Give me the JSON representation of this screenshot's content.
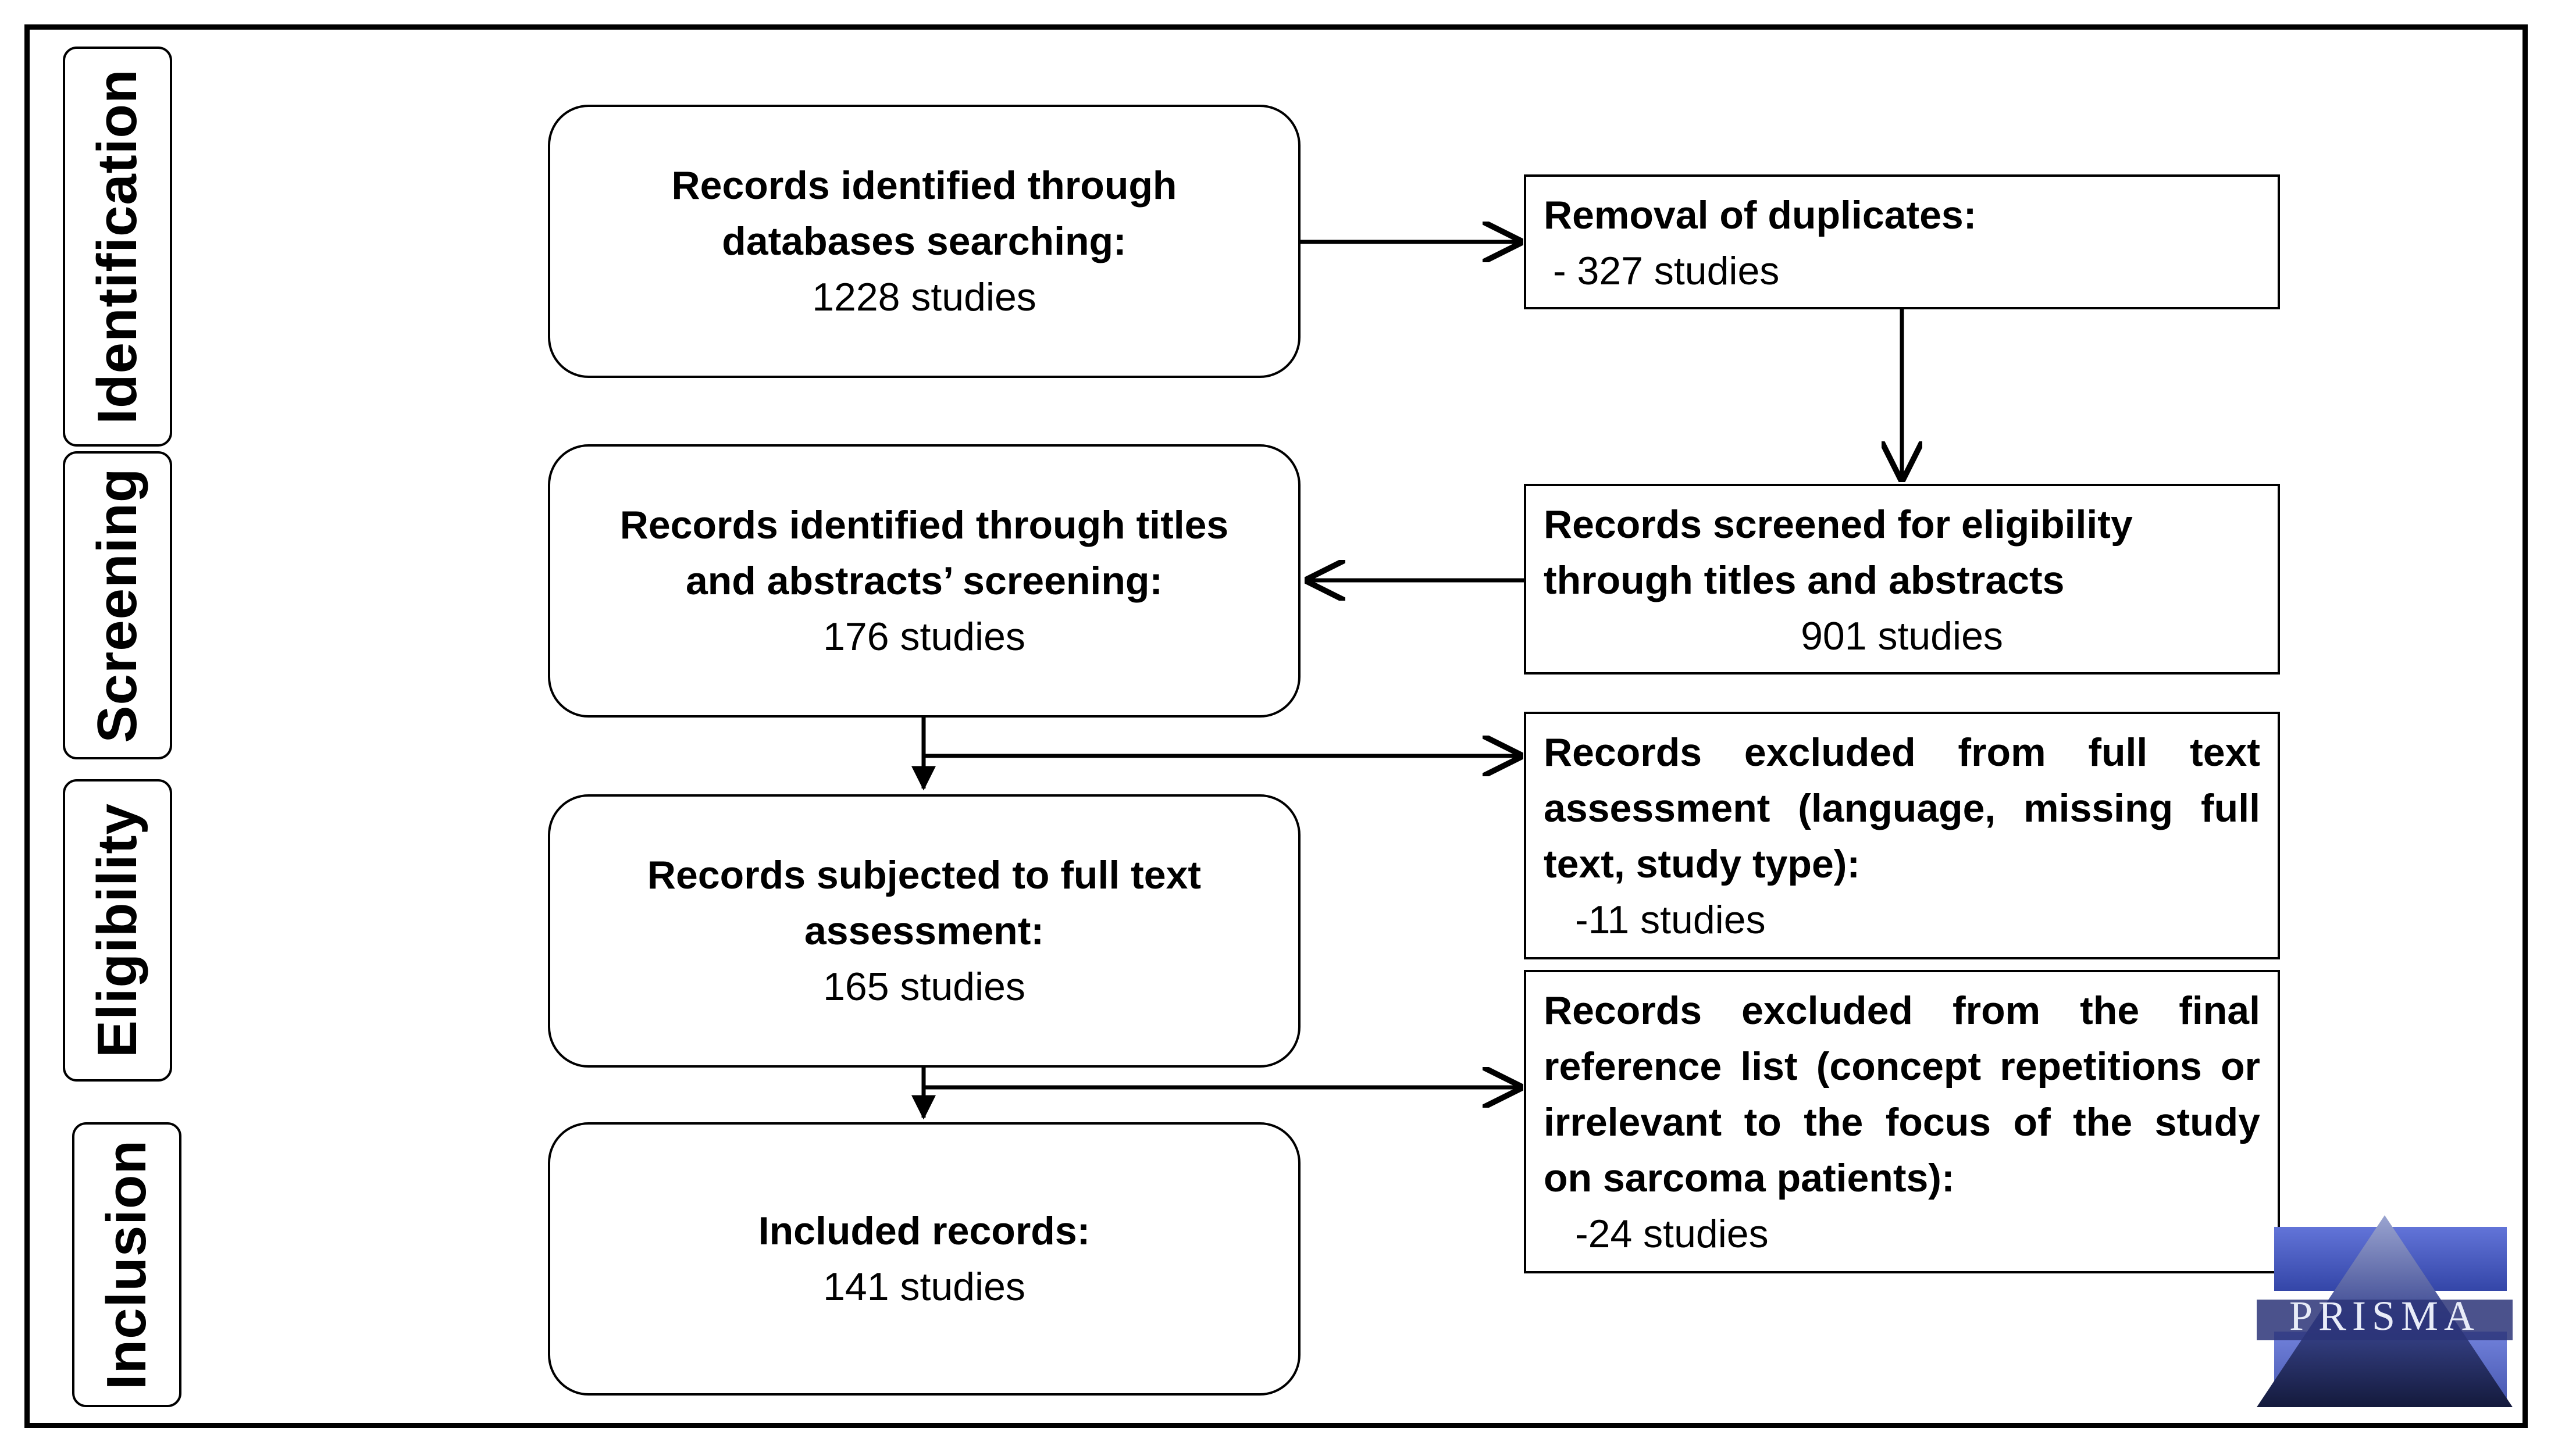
{
  "phases": {
    "identification": "Identification",
    "screening": "Screening",
    "eligibility": "Eligibility",
    "inclusion": "Inclusion"
  },
  "boxes": {
    "identified": {
      "title_line1": "Records identified through",
      "title_line2": "databases searching:",
      "count": "1228 studies"
    },
    "duplicates": {
      "title": "Removal of duplicates:",
      "count": "- 327 studies"
    },
    "screened": {
      "title_line1": "Records screened for eligibility",
      "title_line2": "through titles and abstracts",
      "count": "901 studies"
    },
    "titles_abstracts": {
      "title_line1": "Records identified through titles",
      "title_line2": "and abstracts’ screening:",
      "count": "176 studies"
    },
    "excluded_fulltext": {
      "line1": "Records excluded from full text",
      "line2": "assessment (language, missing full",
      "line3": "text, study type):",
      "count": "-11 studies"
    },
    "full_text": {
      "title_line1": "Records subjected to full text",
      "title_line2": "assessment:",
      "count": "165 studies"
    },
    "excluded_final": {
      "line1": "Records excluded from the final",
      "line2": "reference list (concept repetitions or",
      "line3": "irrelevant to the focus of the study",
      "line4": "on sarcoma patients):",
      "count": "-24 studies"
    },
    "included": {
      "title": "Included records:",
      "count": "141 studies"
    }
  },
  "logo": {
    "text": "PRISMA",
    "colors": {
      "band": "#4a5fc0",
      "triangle_top": "#8a96c8",
      "triangle_bottom": "#1a2050"
    }
  }
}
